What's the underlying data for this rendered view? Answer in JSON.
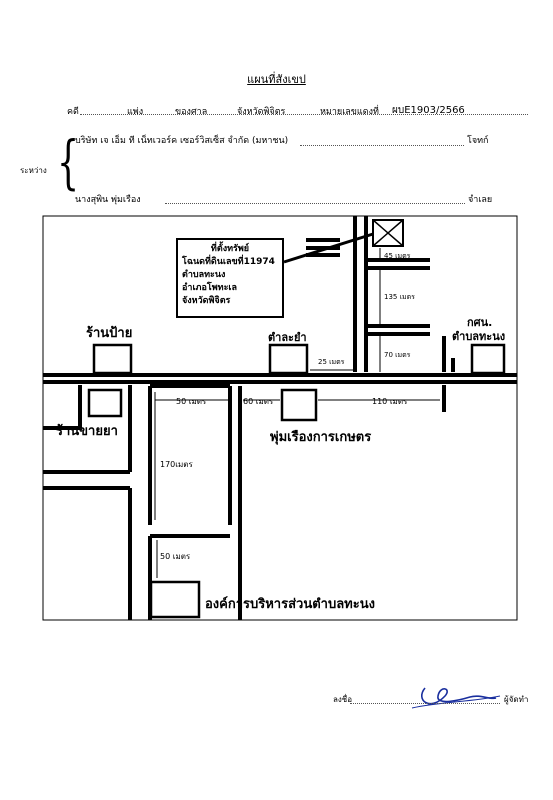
{
  "header": {
    "title": "แผนที่สังเขป",
    "case_label": "คดี",
    "case_type": "แพ่ง",
    "court": "ของศาล",
    "province": "จังหวัดพิจิตร",
    "case_number_label": "หมายเลขแดงที่",
    "case_number": "ผบE1903/2566"
  },
  "parties": {
    "between_label": "ระหว่าง",
    "plaintiff": "บริษัท เจ เอ็ม ที เน็ทเวอร์ค เซอร์วิสเซ็ส จำกัด (มหาชน)",
    "plaintiff_role": "โจทก์",
    "defendant": "นางสุพิน พุ่มเรือง",
    "defendant_role": "จำเลย"
  },
  "map": {
    "property_box": {
      "title": "ที่ตั้งทรัพย์",
      "lines": [
        "โฉนดที่ดินเลขที่11974",
        "ตำบลทะนง",
        "อำเภอโพทะเล",
        "จังหวัดพิจิตร"
      ]
    },
    "places": {
      "shop_sign": "ร้านป้าย",
      "police": "ตำละยำ",
      "gorsonor": "กศน.",
      "gorsonor_sub": "ตำบลทะนง",
      "pharmacy": "ร้านขายยา",
      "farm_shop": "พุ่มเรืองการเกษตร",
      "sao": "องค์การบริหารส่วนตำบลทะนง"
    },
    "distances": {
      "d45": "45 เมตร",
      "d135": "135 เมตร",
      "d70": "70 เมตร",
      "d25": "25 เมตร",
      "d50a": "50 เมตร",
      "d60": "60 เมตร",
      "d110": "110 เมตร",
      "d170": "170เมตร",
      "d50b": "50 เมตร"
    }
  },
  "footer": {
    "sign_label": "ลงชื่อ",
    "sign_role": "ผู้จัดทำ"
  }
}
